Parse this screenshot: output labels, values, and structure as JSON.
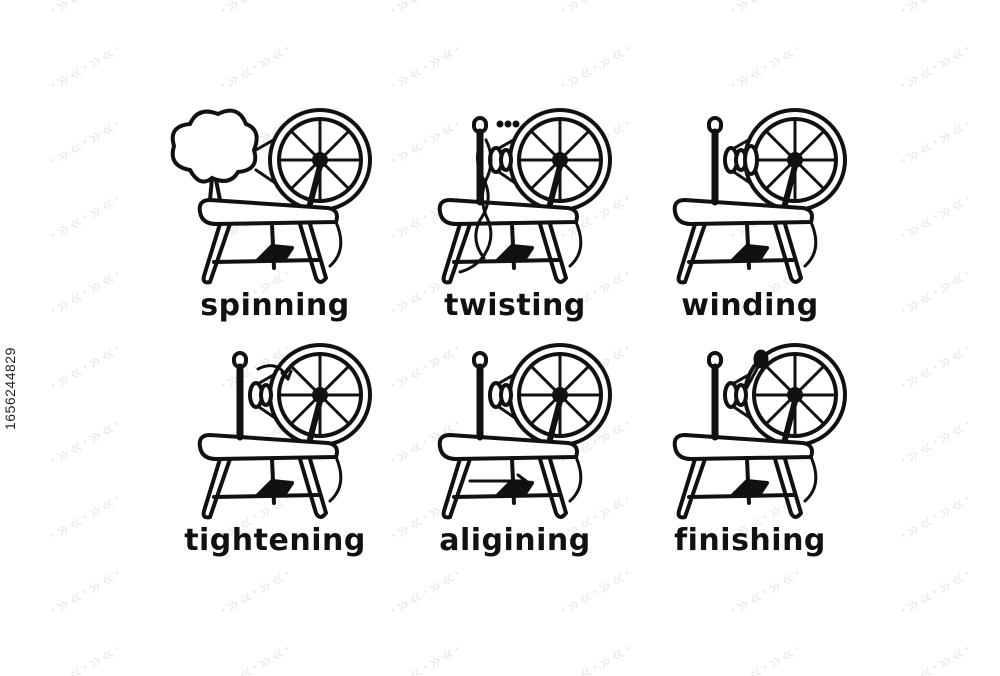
{
  "illustration": {
    "panels": [
      {
        "label": "spinning",
        "icon": "spinning-wheel-wool-icon"
      },
      {
        "label": "twisting",
        "icon": "spinning-wheel-twist-icon"
      },
      {
        "label": "winding",
        "icon": "spinning-wheel-bobbin-icon"
      },
      {
        "label": "tightening",
        "icon": "spinning-wheel-tension-icon"
      },
      {
        "label": "aligining",
        "icon": "spinning-wheel-align-icon"
      },
      {
        "label": "finishing",
        "icon": "spinning-wheel-finish-icon"
      }
    ]
  },
  "stock_id": "1656244829",
  "colors": {
    "line": "#111111",
    "background": "#ffffff",
    "watermark": "#ececec"
  }
}
